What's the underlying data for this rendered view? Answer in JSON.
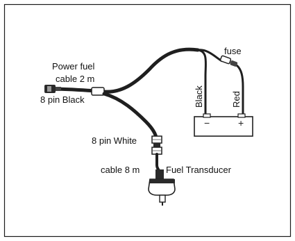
{
  "diagram": {
    "labels": {
      "power_cable_line1": "Power fuel",
      "power_cable_line2": "cable 2 m",
      "pin_black": "8 pin Black",
      "pin_white": "8 pin White",
      "cable_8m": "cable 8 m",
      "fuel_transducer": "Fuel Transducer",
      "fuse": "fuse",
      "wire_black": "Black",
      "wire_red": "Red"
    },
    "battery": {
      "negative_sign": "−",
      "positive_sign": "+"
    }
  }
}
